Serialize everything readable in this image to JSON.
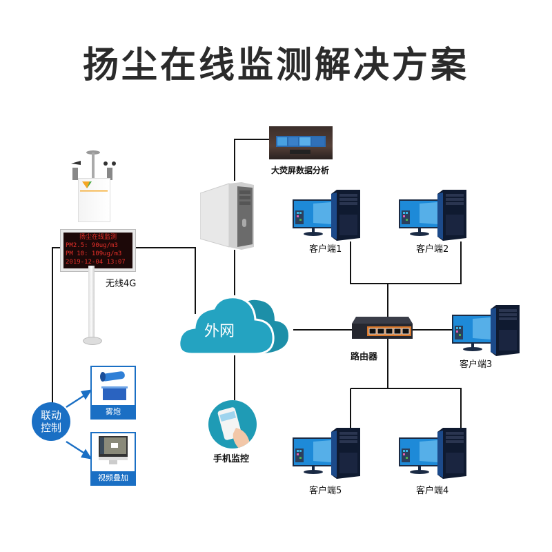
{
  "title": "扬尘在线监测解决方案",
  "station": {
    "led_lines": [
      "扬尘在线监测",
      "PM2.5: 90ug/m3",
      "PM 10: 109ug/m3",
      "2019-12-04 13:07"
    ],
    "link_label": "无线4G"
  },
  "server": {
    "big_screen_label": "大荧屏数据分析"
  },
  "cloud": {
    "label": "外网"
  },
  "phone": {
    "label": "手机监控"
  },
  "router": {
    "label": "路由器"
  },
  "clients": [
    "客户端1",
    "客户端2",
    "客户端3",
    "客户端5",
    "客户端4"
  ],
  "linkage": {
    "label_line1": "联动",
    "label_line2": "控制",
    "targets": [
      "雾炮",
      "视频叠加"
    ]
  },
  "colors": {
    "accent_blue": "#1a6fc4",
    "cloud_teal": "#1f9bb5",
    "title": "#2b2b2b"
  }
}
